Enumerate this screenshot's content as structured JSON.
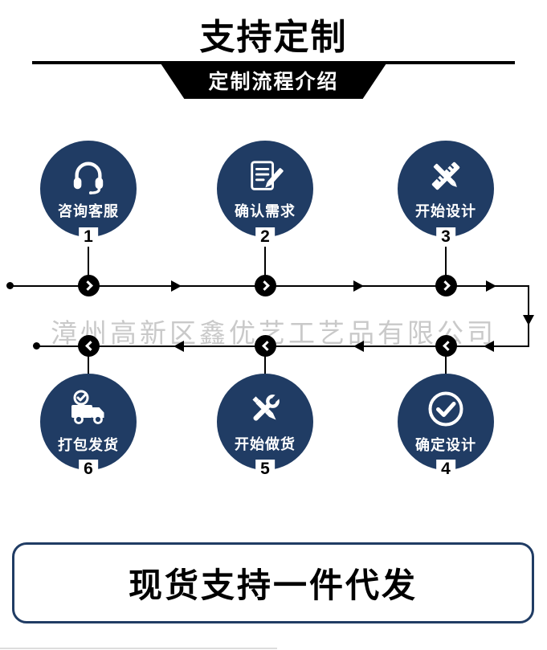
{
  "title": "支持定制",
  "banner": {
    "text": "定制流程介绍"
  },
  "watermark": "漳州高新区鑫优艺工艺品有限公司",
  "footer": {
    "text": "现货支持一件代发"
  },
  "steps": [
    {
      "num": "1",
      "label": "咨询客服",
      "icon": "headset-icon"
    },
    {
      "num": "2",
      "label": "确认需求",
      "icon": "document-pen-icon"
    },
    {
      "num": "3",
      "label": "开始设计",
      "icon": "ruler-pencil-icon"
    },
    {
      "num": "4",
      "label": "确定设计",
      "icon": "check-circle-icon"
    },
    {
      "num": "5",
      "label": "开始做货",
      "icon": "crossed-tools-icon"
    },
    {
      "num": "6",
      "label": "打包发货",
      "icon": "delivery-truck-icon"
    }
  ],
  "colors": {
    "circle_navy": "#203c64",
    "flow_black": "#000000",
    "watermark_gray": "#c9c9c9"
  }
}
